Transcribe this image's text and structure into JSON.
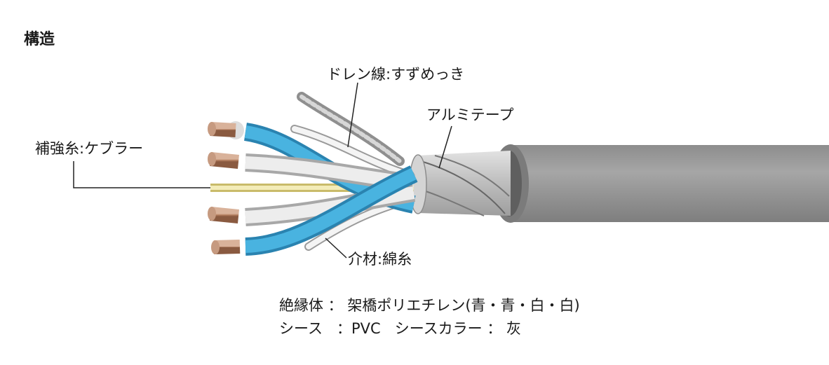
{
  "heading": "構造",
  "labels": {
    "drain": "ドレン線:すずめっき",
    "tape": "アルミテープ",
    "kevlar": "補強糸:ケブラー",
    "filler": "介材:綿糸"
  },
  "spec": {
    "insulation_label": "絶縁体",
    "insulation_value": "架橋ポリエチレン(青・青・白・白)",
    "sheath_label": "シース",
    "sheath_value": "PVC",
    "sheath_color_label": "シースカラー",
    "sheath_color_value": "灰"
  },
  "colors": {
    "sheath": "#9a9a9a",
    "blue_insulation": "#3aa7d6",
    "white_insulation": "#e8e8e8",
    "copper": "#b07a5c",
    "kevlar": "#efe6a8",
    "aluminum": "#c8c8c8"
  }
}
